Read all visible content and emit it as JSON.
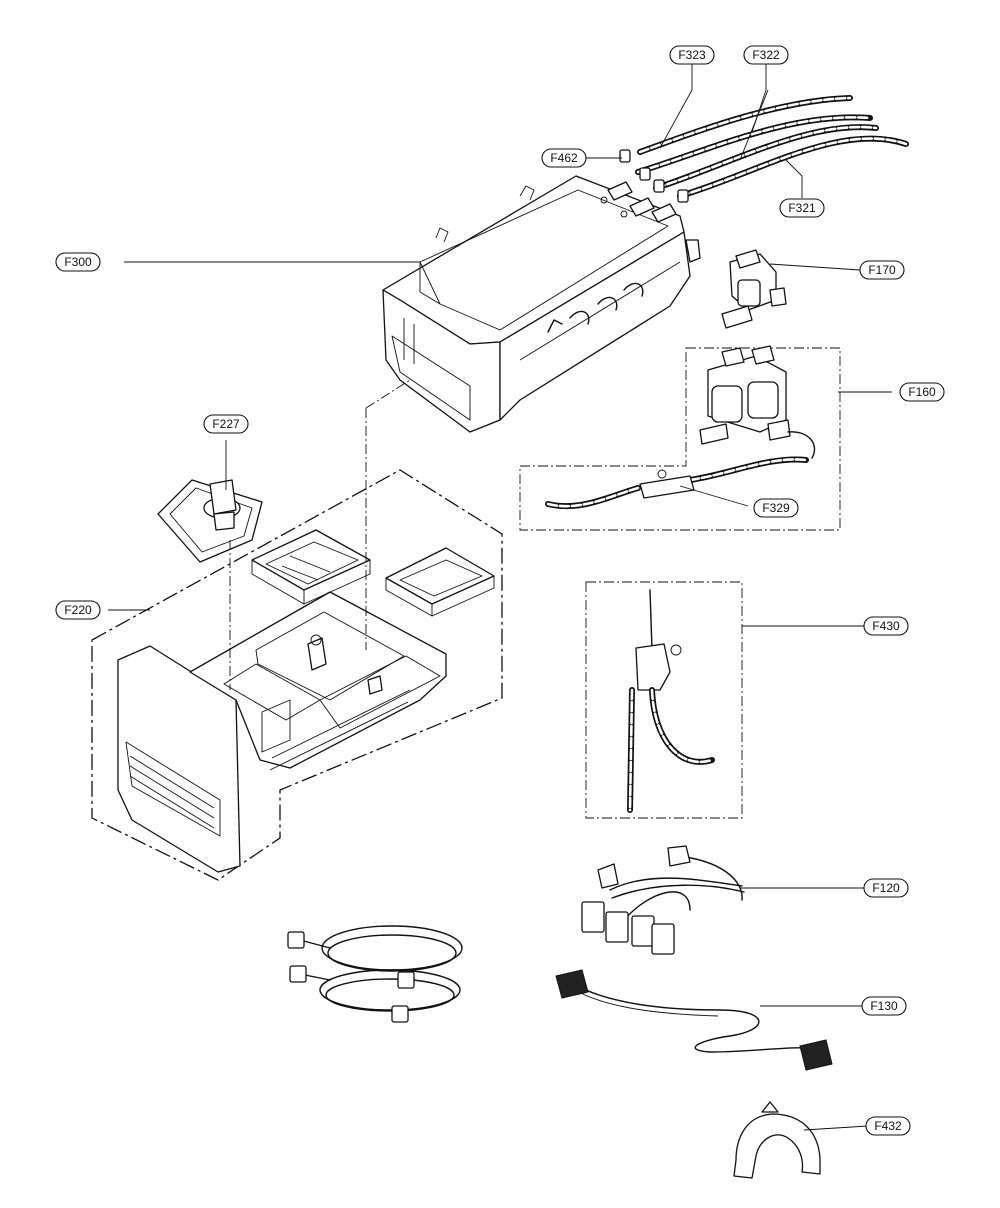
{
  "labels": {
    "F323": "F323",
    "F322": "F322",
    "F462": "F462",
    "F321": "F321",
    "F300": "F300",
    "F170": "F170",
    "F160": "F160",
    "F329": "F329",
    "F227": "F227",
    "F220": "F220",
    "F430": "F430",
    "F120": "F120",
    "F130": "F130",
    "F432": "F432"
  }
}
